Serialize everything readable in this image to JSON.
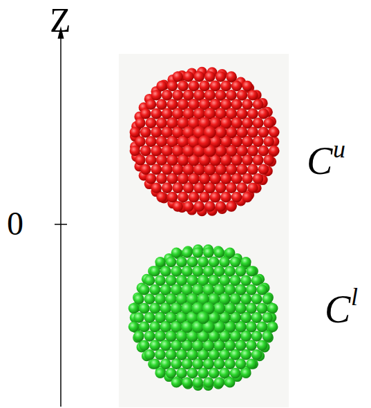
{
  "diagram": {
    "labels": [
      "Z",
      "0",
      "C",
      "u",
      "C",
      "l"
    ]
  }
}
